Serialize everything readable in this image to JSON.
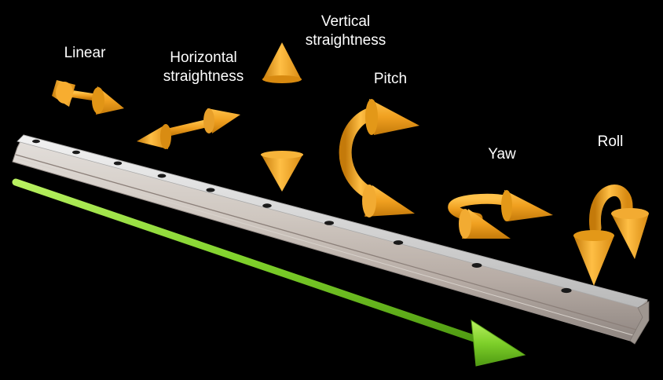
{
  "labels": {
    "linear": [
      "Linear"
    ],
    "horizontal": [
      "Horizontal",
      "straightness"
    ],
    "vertical": [
      "Vertical",
      "straightness"
    ],
    "pitch": [
      "Pitch"
    ],
    "yaw": [
      "Yaw"
    ],
    "roll": [
      "Roll"
    ]
  },
  "colors": {
    "background": "#000000",
    "arrow_orange": "#f0a020",
    "arrow_green": "#7ed02a",
    "rail_silver": "#c9c9c9",
    "label_text": "#ffffff"
  },
  "icons": {
    "linear": "double-headed-arrow-icon",
    "horizontal": "double-headed-arrow-icon",
    "vertical": "vertical-double-arrow-icon",
    "pitch": "curved-arrow-icon",
    "yaw": "curved-arrow-icon",
    "roll": "curved-arrow-icon",
    "travel": "green-travel-arrow-icon"
  }
}
